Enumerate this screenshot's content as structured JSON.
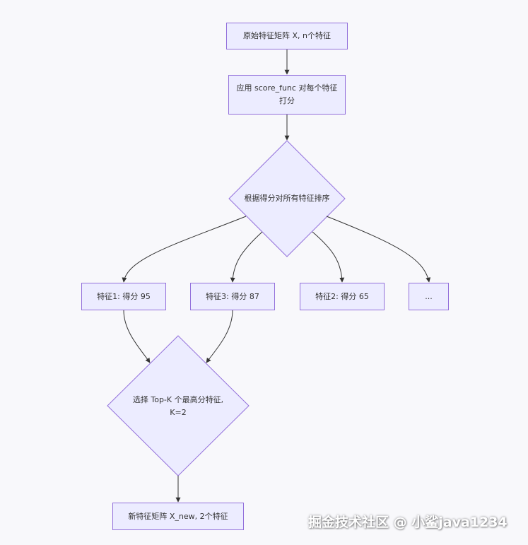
{
  "nodes": {
    "input_matrix": "原始特征矩阵 X, n个特征",
    "apply_score": "应用 score_func 对每个特征打分",
    "sort_decision": "根据得分对所有特征排序",
    "feature1": "特征1: 得分 95",
    "feature3": "特征3: 得分 87",
    "feature2": "特征2: 得分 65",
    "more": "...",
    "select_topk": "选择 Top-K 个最高分特征, K=2",
    "output_matrix": "新特征矩阵 X_new, 2个特征"
  },
  "colors": {
    "node_fill": "#ececff",
    "node_stroke": "#9370db",
    "edge": "#333333",
    "background": "#f8f8fb"
  },
  "watermark": "掘金技术社区 @ 小鲨java1234"
}
